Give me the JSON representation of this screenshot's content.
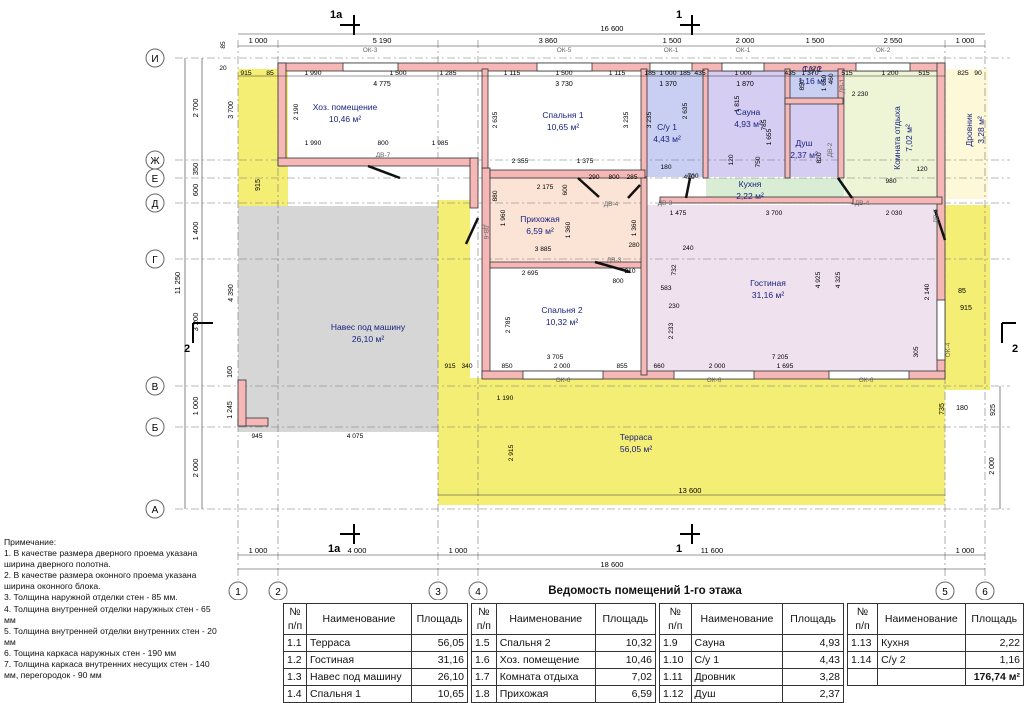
{
  "axes": {
    "rows": [
      "И",
      "Ж",
      "Е",
      "Д",
      "Г",
      "В",
      "Б",
      "А"
    ],
    "cols": [
      "1",
      "2",
      "3",
      "4",
      "5",
      "6"
    ]
  },
  "section_marks": {
    "a": "1а",
    "b": "1",
    "c": "2"
  },
  "dims_top": {
    "overall": "16 600",
    "row1": [
      "1 000",
      "5 190",
      "3 860",
      "1 500",
      "2 000",
      "1 500",
      "2 550",
      "1 000"
    ],
    "row2": [
      "915",
      "85",
      "1 990",
      "1 500",
      "1 285",
      "1 115",
      "1 500",
      "1 115",
      "185",
      "1 000",
      "185",
      "435",
      "1 000",
      "435",
      "1 370",
      "515",
      "1 200",
      "515",
      "825",
      "90"
    ],
    "row3": [
      "4 775",
      "3 730",
      "1 370",
      "1 870"
    ],
    "small": [
      "85",
      "20"
    ]
  },
  "dims_bottom": {
    "row1": [
      "1 000",
      "4 000",
      "1 000",
      "11 600",
      "1 000"
    ],
    "overall": "18 600",
    "terrace": "13 600"
  },
  "dims_left": {
    "overall": "11 250",
    "segs": [
      "2 700",
      "350",
      "600",
      "1 400",
      "3 200",
      "1 000",
      "2 000"
    ],
    "inner": [
      "3 700",
      "915",
      "4 390",
      "1 245",
      "160"
    ]
  },
  "dims_right": [
    "2 000",
    "925",
    "735",
    "180",
    "85",
    "915"
  ],
  "inner_dims": [
    "2 190",
    "1 990",
    "800",
    "1 985",
    "2 635",
    "3 235",
    "2 355",
    "1 375",
    "180",
    "700",
    "490",
    "290",
    "800",
    "285",
    "2 175",
    "600",
    "880",
    "1 960",
    "3 885",
    "280",
    "2 695",
    "240",
    "210",
    "800",
    "732",
    "583",
    "230",
    "2 785",
    "2 233",
    "3 705",
    "850",
    "2 000",
    "855",
    "660",
    "7 205",
    "2 000",
    "1 695",
    "1 190",
    "4 075",
    "945",
    "915",
    "340",
    "1 475",
    "3 700",
    "2 030",
    "4 925",
    "4 325",
    "2 140",
    "305",
    "120",
    "980",
    "3 235",
    "1 815",
    "785",
    "1 655",
    "820",
    "2 230",
    "2 915",
    "1 360",
    "1 360",
    "2 635",
    "850",
    "1 650",
    "1 370",
    "460",
    "120",
    "750"
  ],
  "openings": [
    "ОК-3",
    "ОК-5",
    "ОК-1",
    "ОК-1",
    "ОК-2",
    "ОК-6",
    "ОК-6",
    "ОК-6",
    "ОК-4",
    "ДВ-7",
    "ДВ-4",
    "ДВ-3",
    "ДВ-4",
    "ДВ-5",
    "ДВ-6",
    "ДВ-3",
    "ДВ-2",
    "ДВ-1"
  ],
  "rooms": [
    {
      "name": "Хоз. помещение",
      "area": "10,46 м²"
    },
    {
      "name": "Спальня 1",
      "area": "10,65 м²"
    },
    {
      "name": "С/у 1",
      "area": "4,43 м²"
    },
    {
      "name": "Сауна",
      "area": "4,93 м²"
    },
    {
      "name": "С/у 2",
      "area": "1,16 м²"
    },
    {
      "name": "Душ",
      "area": "2,37 м²"
    },
    {
      "name": "Комната отдыха",
      "area": "7,02 м²"
    },
    {
      "name": "Дровник",
      "area": "3,28 м²"
    },
    {
      "name": "Кухня",
      "area": "2,22 м²"
    },
    {
      "name": "Прихожая",
      "area": "6,59 м²"
    },
    {
      "name": "Гостиная",
      "area": "31,16 м²"
    },
    {
      "name": "Спальня 2",
      "area": "10,32 м²"
    },
    {
      "name": "Навес под машину",
      "area": "26,10 м²"
    },
    {
      "name": "Терраса",
      "area": "56,05 м²"
    }
  ],
  "notes": [
    "Примечание:",
    "1. В качестве размера дверного проема указана ширина дверного полотна.",
    "2. В качестве размера оконного проема указана ширина оконного блока.",
    "3. Толщина наружной отделки стен - 85 мм.",
    "4. Толщина внутренней отделки наружных стен - 65 мм",
    "5. Толщина внутренней отделки внутренних стен - 20 мм",
    "6. Тощина каркаса наружных стен - 190 мм",
    "7. Толщина каркаса внутренних несущих стен - 140 мм, перегородок - 90 мм"
  ],
  "schedule": {
    "title": "Ведомость помещений 1-го этажа",
    "headers": {
      "num": "№\nп/п",
      "name": "Наименование",
      "area": "Площадь"
    },
    "col1": [
      [
        "1.1",
        "Терраса",
        "56,05"
      ],
      [
        "1.2",
        "Гостиная",
        "31,16"
      ],
      [
        "1.3",
        "Навес под машину",
        "26,10"
      ],
      [
        "1.4",
        "Спальня 1",
        "10,65"
      ]
    ],
    "col2": [
      [
        "1.5",
        "Спальня 2",
        "10,32"
      ],
      [
        "1.6",
        "Хоз. помещение",
        "10,46"
      ],
      [
        "1.7",
        "Комната отдыха",
        "7,02"
      ],
      [
        "1.8",
        "Прихожая",
        "6,59"
      ]
    ],
    "col3": [
      [
        "1.9",
        "Сауна",
        "4,93"
      ],
      [
        "1.10",
        "С/у 1",
        "4,43"
      ],
      [
        "1.11",
        "Дровник",
        "3,28"
      ],
      [
        "1.12",
        "Душ",
        "2,37"
      ]
    ],
    "col4": [
      [
        "1.13",
        "Кухня",
        "2,22"
      ],
      [
        "1.14",
        "С/у 2",
        "1,16"
      ],
      [
        "",
        "",
        "176,74 м²"
      ]
    ]
  }
}
